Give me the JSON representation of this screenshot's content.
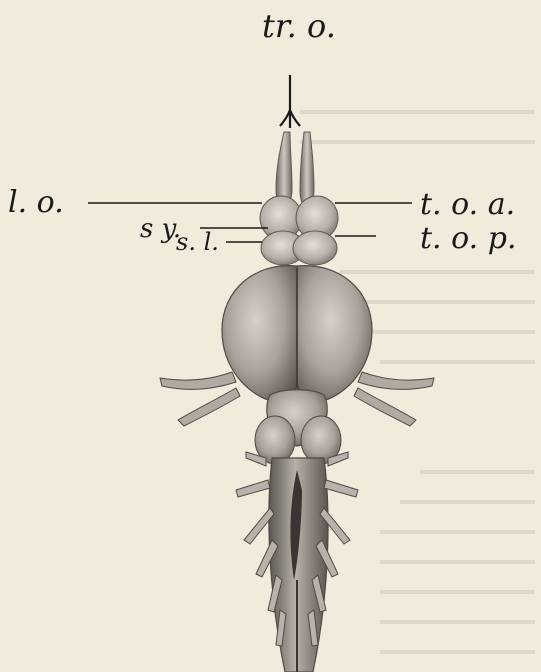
{
  "labels": {
    "top": "tr. o.",
    "left_outer": "l. o.",
    "left_upper": "s y.",
    "left_lower": "s. l.",
    "right_upper": "t. o. a.",
    "right_lower": "t. o. p."
  },
  "colors": {
    "paper": "#f1ebdc",
    "ink": "#1a1a1a",
    "tissue_light": "#cfc9c1",
    "tissue_mid": "#9d968f",
    "tissue_dark": "#4f4a46"
  }
}
